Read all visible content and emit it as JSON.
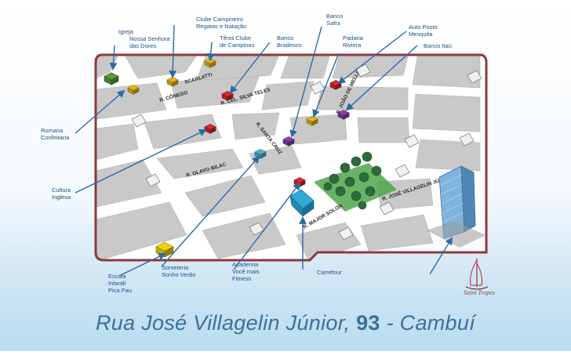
{
  "title": {
    "street": "Rua José Villagelin Júnior,",
    "number": "93",
    "district": "- Cambuí"
  },
  "streets": [
    {
      "id": "conego",
      "text": "R. CÔNEGO"
    },
    {
      "id": "scarlatti",
      "text": "SCARLATTI"
    },
    {
      "id": "silva-teles",
      "text": "R. CEL. SILVA TELES"
    },
    {
      "id": "santa-cruz",
      "text": "R. SANTA CRUZ"
    },
    {
      "id": "olavo-bilac",
      "text": "R. OLAVO BILAC"
    },
    {
      "id": "major-solon",
      "text": "R. MAJOR SOLON"
    },
    {
      "id": "villagelin",
      "text": "R. JOSÉ VILLAGELIN JÚNIOR"
    },
    {
      "id": "joao-mello",
      "text": "R. JOÃO DE MELLO"
    }
  ],
  "pois": [
    {
      "id": "igreja",
      "lines": [
        "Igreja",
        "Nossa Senhora",
        "das Dores"
      ],
      "color": "#5a9b3a"
    },
    {
      "id": "clube-regatas",
      "lines": [
        "Clube Campineiro",
        "Regatas e Natação"
      ],
      "color": "#e6b41e"
    },
    {
      "id": "tenis-clube",
      "lines": [
        "Tênis Clube",
        "de Campinas"
      ],
      "color": "#e6b41e"
    },
    {
      "id": "bradesco",
      "lines": [
        "Banco",
        "Bradesco"
      ],
      "color": "#d42a2a"
    },
    {
      "id": "safra",
      "lines": [
        "Banco",
        "Safra"
      ],
      "color": "#8a3da8"
    },
    {
      "id": "riviera",
      "lines": [
        "Padaria",
        "Riviera"
      ],
      "color": "#e6b41e"
    },
    {
      "id": "auto-posto",
      "lines": [
        "Auto Posto",
        "Mesquita"
      ],
      "color": "#d42a2a"
    },
    {
      "id": "itau",
      "lines": [
        "Banco Itaú"
      ],
      "color": "#8a3da8"
    },
    {
      "id": "romana",
      "lines": [
        "Romana",
        "Confeitaria"
      ],
      "color": "#e6b41e"
    },
    {
      "id": "cultura",
      "lines": [
        "Cultura",
        "Inglesa"
      ],
      "color": "#d42a2a"
    },
    {
      "id": "escola",
      "lines": [
        "Escola",
        "Infantil",
        "Pica Pau"
      ],
      "color": "#f0d200"
    },
    {
      "id": "sorveteria",
      "lines": [
        "Sorveteria",
        "Sonho Verão"
      ],
      "color": "#4fb3c7"
    },
    {
      "id": "academia",
      "lines": [
        "Academia",
        "Você mais",
        "Fitness"
      ],
      "color": "#d42a2a"
    },
    {
      "id": "carrefour",
      "lines": [
        "Carrefour"
      ],
      "color": "#2fa8d8"
    }
  ],
  "logo": {
    "text": "Saint Tropez"
  },
  "colors": {
    "arrow": "#2a6aa8",
    "block": "#c8c8c8",
    "road": "#ffffff",
    "frame": "#8a3a3a",
    "park": "#4fa64a",
    "tower": "#6ea8d8"
  }
}
